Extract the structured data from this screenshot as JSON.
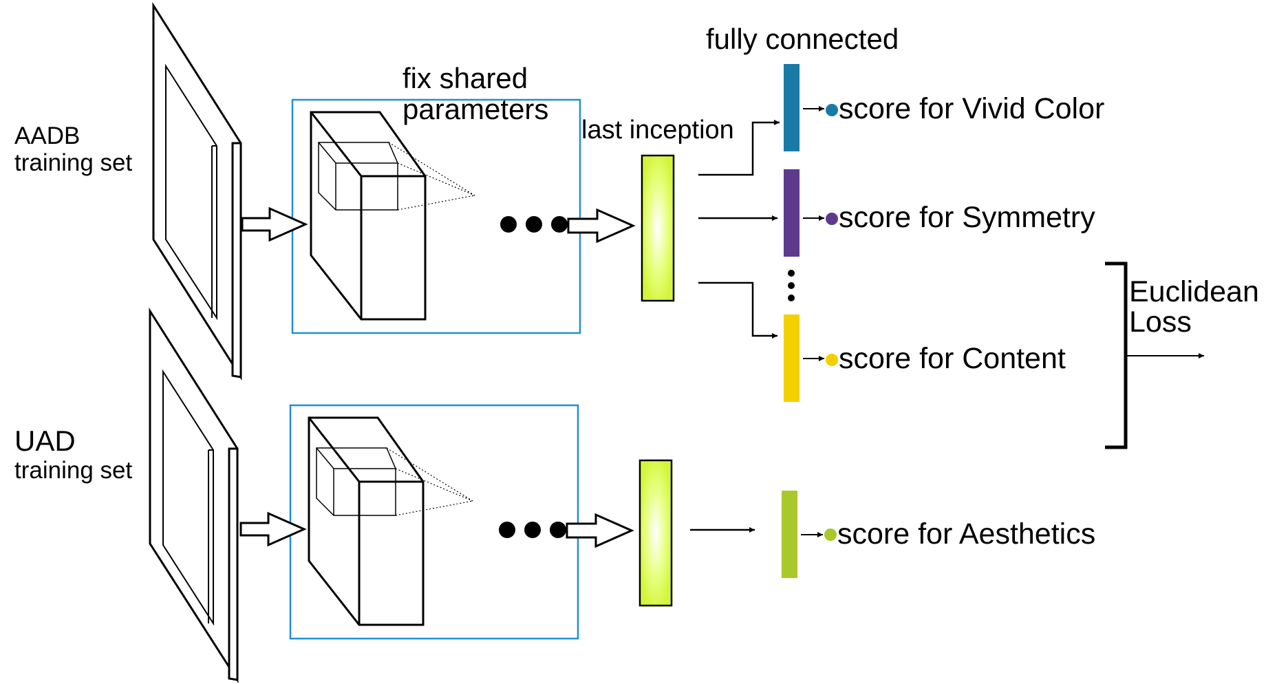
{
  "inputs": {
    "aadb": {
      "line1": "AADB",
      "line2": "training set"
    },
    "uad": {
      "line1": "UAD",
      "line2": "training set"
    }
  },
  "annotations": {
    "fix_shared_line1": "fix shared",
    "fix_shared_line2": "parameters",
    "last_inception": "last inception",
    "fully_connected": "fully connected",
    "loss_line1": "Euclidean",
    "loss_line2": "Loss"
  },
  "outputs": [
    {
      "label": "score for Vivid Color",
      "color": "#1a7aa6"
    },
    {
      "label": "score for Symmetry",
      "color": "#5e3a8c"
    },
    {
      "label": "score for Content",
      "color": "#f5d000"
    },
    {
      "label": "score for Aesthetics",
      "color": "#a8c82c"
    }
  ],
  "colors": {
    "module_box": "#1e90d6",
    "inception_fill": "#dcff4a"
  }
}
